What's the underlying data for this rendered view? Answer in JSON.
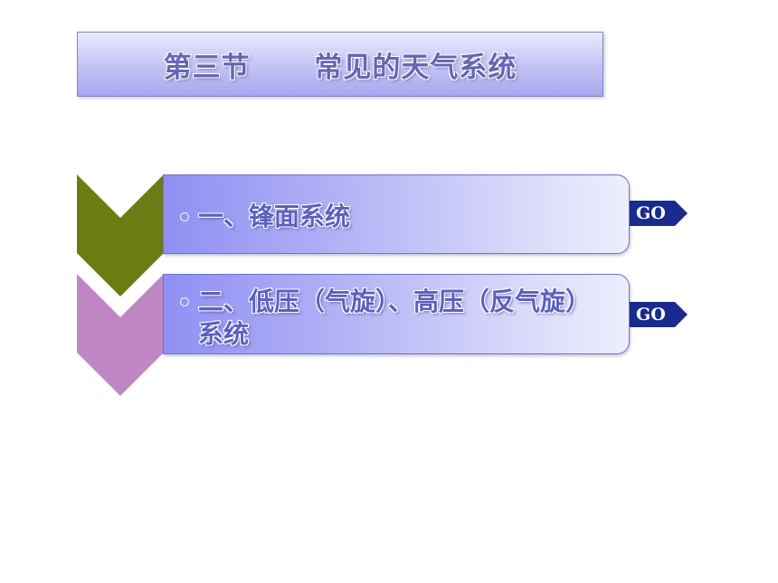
{
  "title": {
    "text": "第三节      常见的天气系统"
  },
  "items": [
    {
      "label": "一、锋面系统",
      "go_label": "GO",
      "chevron_color": "#6b7d12"
    },
    {
      "label": "二、低压（气旋）、高压（反气旋）系统",
      "go_label": "GO",
      "chevron_color": "#c087c4"
    }
  ],
  "colors": {
    "go_button": "#1a2b8e",
    "item_text": "#5b5fc0",
    "title_text": "#6466b4"
  }
}
